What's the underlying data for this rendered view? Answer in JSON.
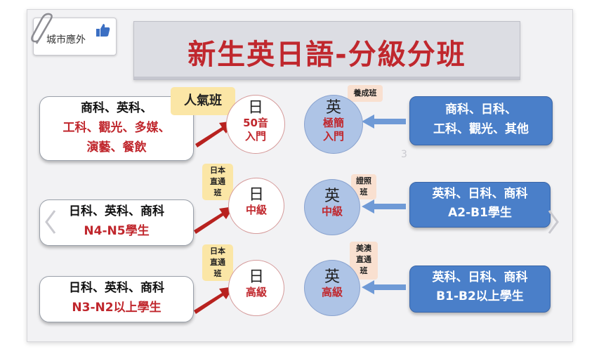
{
  "logo": {
    "text": "城市應外",
    "icon": "thumbs-up-icon",
    "clip": "paperclip-icon"
  },
  "title": "新生英日語-分級分班",
  "slide_number": "3",
  "rows": [
    {
      "left_lines": [
        {
          "text": "商科、英科、",
          "color": "black"
        },
        {
          "text": "工科、觀光、多媒、",
          "color": "red"
        },
        {
          "text": "演藝、餐飲",
          "color": "red"
        }
      ],
      "jp_tag": "人氣班",
      "jp_circle": {
        "top": "日",
        "sub1": "50音",
        "sub2": "入門"
      },
      "en_tag": "養成班",
      "en_circle": {
        "top": "英",
        "sub1": "極簡",
        "sub2": "入門"
      },
      "right_lines": [
        "商科、日科、",
        "工科、觀光、其他"
      ]
    },
    {
      "left_lines": [
        {
          "text": "日科、英科、商科",
          "color": "black"
        },
        {
          "text": "N4-N5學生",
          "color": "red"
        }
      ],
      "jp_tag": [
        "日本",
        "直通",
        "班"
      ],
      "jp_circle": {
        "top": "日",
        "sub1": "中級"
      },
      "en_tag": [
        "證照",
        "班"
      ],
      "en_circle": {
        "top": "英",
        "sub1": "中級"
      },
      "right_lines": [
        "英科、日科、商科",
        "A2-B1學生"
      ]
    },
    {
      "left_lines": [
        {
          "text": "日科、英科、商科",
          "color": "black"
        },
        {
          "text": "N3-N2以上學生",
          "color": "red"
        }
      ],
      "jp_tag": [
        "日本",
        "直通",
        "班"
      ],
      "jp_circle": {
        "top": "日",
        "sub1": "高級"
      },
      "en_tag": [
        "美澳",
        "直通",
        "班"
      ],
      "en_circle": {
        "top": "英",
        "sub1": "高級"
      },
      "right_lines": [
        "英科、日科、商科",
        "B1-B2以上學生"
      ]
    }
  ],
  "colors": {
    "red": "#c0272d",
    "blue": "#4a7fc9",
    "banner": "#dcdde3",
    "arrow_red": "#b8221f",
    "arrow_blue": "#6f9ad6"
  }
}
